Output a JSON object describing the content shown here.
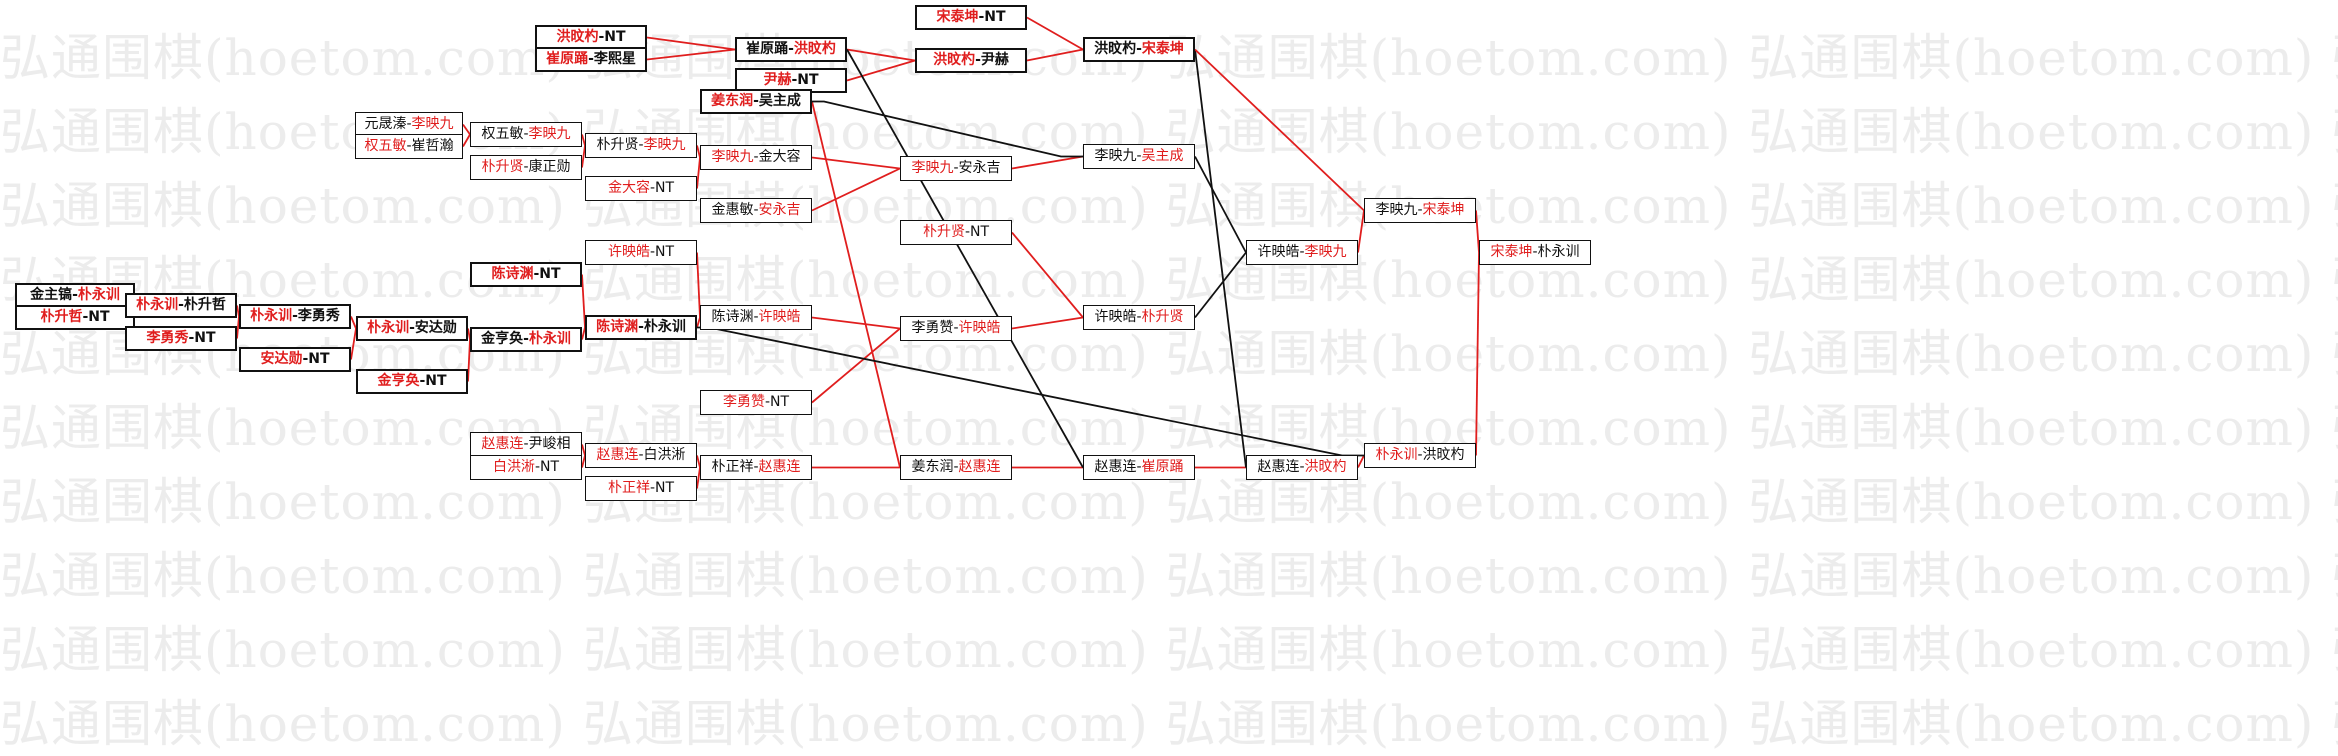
{
  "watermark": "弘通围棋(hoetom.com)",
  "colors": {
    "winner": "#e01e1e",
    "loser": "#111111",
    "line_win": "#e01e1e",
    "line_lose": "#111111",
    "watermark": "#ececec"
  },
  "bracket": {
    "games": [
      {
        "id": "g01",
        "a": "金主镐",
        "b": "朴永训",
        "w": "b",
        "bold": true
      },
      {
        "id": "g02",
        "a": "朴升哲",
        "b": "NT",
        "w": "a",
        "bold": true
      },
      {
        "id": "g03",
        "a": "朴永训",
        "b": "朴升哲",
        "w": "a",
        "bold": true
      },
      {
        "id": "g04",
        "a": "李勇秀",
        "b": "NT",
        "w": "a",
        "bold": true
      },
      {
        "id": "g05",
        "a": "朴永训",
        "b": "李勇秀",
        "w": "a",
        "bold": true
      },
      {
        "id": "g06",
        "a": "安达勋",
        "b": "NT",
        "w": "a",
        "bold": true
      },
      {
        "id": "g07",
        "a": "朴永训",
        "b": "安达勋",
        "w": "a",
        "bold": true
      },
      {
        "id": "g08",
        "a": "金亨奂",
        "b": "NT",
        "w": "a",
        "bold": true
      },
      {
        "id": "g09",
        "a": "金亨奂",
        "b": "朴永训",
        "w": "b",
        "bold": true
      },
      {
        "id": "g10",
        "a": "元晟溱",
        "b": "李映九",
        "w": "b",
        "bold": false
      },
      {
        "id": "g11",
        "a": "权五敏",
        "b": "崔哲瀚",
        "w": "a",
        "bold": false
      },
      {
        "id": "g12",
        "a": "权五敏",
        "b": "李映九",
        "w": "b",
        "bold": false
      },
      {
        "id": "g13",
        "a": "朴升贤",
        "b": "康正勋",
        "w": "a",
        "bold": false
      },
      {
        "id": "g14",
        "a": "朴升贤",
        "b": "李映九",
        "w": "b",
        "bold": false
      },
      {
        "id": "g15",
        "a": "金大容",
        "b": "NT",
        "w": "a",
        "bold": false
      },
      {
        "id": "g16",
        "a": "李映九",
        "b": "金大容",
        "w": "a",
        "bold": false
      },
      {
        "id": "g17",
        "a": "陈诗渊",
        "b": "NT",
        "w": "a",
        "bold": true
      },
      {
        "id": "g18",
        "a": "陈诗渊",
        "b": "朴永训",
        "w": "a",
        "bold": true
      },
      {
        "id": "g19",
        "a": "许映皓",
        "b": "NT",
        "w": "a",
        "bold": false
      },
      {
        "id": "g20",
        "a": "陈诗渊",
        "b": "许映皓",
        "w": "b",
        "bold": false
      },
      {
        "id": "g21",
        "a": "李勇赞",
        "b": "NT",
        "w": "a",
        "bold": false
      },
      {
        "id": "g22",
        "a": "赵惠连",
        "b": "尹峻相",
        "w": "a",
        "bold": false
      },
      {
        "id": "g23",
        "a": "白洪淅",
        "b": "NT",
        "w": "a",
        "bold": false
      },
      {
        "id": "g24",
        "a": "赵惠连",
        "b": "白洪淅",
        "w": "a",
        "bold": false
      },
      {
        "id": "g25",
        "a": "朴正祥",
        "b": "NT",
        "w": "a",
        "bold": false
      },
      {
        "id": "g26",
        "a": "朴正祥",
        "b": "赵惠连",
        "w": "b",
        "bold": false
      },
      {
        "id": "g27",
        "a": "洪旼杓",
        "b": "NT",
        "w": "a",
        "bold": true
      },
      {
        "id": "g28",
        "a": "崔原踊",
        "b": "李熙星",
        "w": "a",
        "bold": true
      },
      {
        "id": "g29",
        "a": "崔原踊",
        "b": "洪旼杓",
        "w": "b",
        "bold": true
      },
      {
        "id": "g30",
        "a": "尹赫",
        "b": "NT",
        "w": "a",
        "bold": true
      },
      {
        "id": "g31",
        "a": "姜东润",
        "b": "吴主成",
        "w": "a",
        "bold": true
      },
      {
        "id": "g32",
        "a": "金惠敏",
        "b": "安永吉",
        "w": "b",
        "bold": false
      },
      {
        "id": "g33",
        "a": "宋泰坤",
        "b": "NT",
        "w": "a",
        "bold": true
      },
      {
        "id": "g34",
        "a": "洪旼杓",
        "b": "尹赫",
        "w": "a",
        "bold": true
      },
      {
        "id": "g35",
        "a": "李映九",
        "b": "安永吉",
        "w": "a",
        "bold": false
      },
      {
        "id": "g36",
        "a": "朴升贤",
        "b": "NT",
        "w": "a",
        "bold": false
      },
      {
        "id": "g37",
        "a": "李勇赞",
        "b": "许映皓",
        "w": "b",
        "bold": false
      },
      {
        "id": "g38",
        "a": "姜东润",
        "b": "赵惠连",
        "w": "b",
        "bold": false
      },
      {
        "id": "g39",
        "a": "洪旼杓",
        "b": "宋泰坤",
        "w": "b",
        "bold": true
      },
      {
        "id": "g40",
        "a": "李映九",
        "b": "吴主成",
        "w": "b",
        "bold": false
      },
      {
        "id": "g41",
        "a": "许映皓",
        "b": "朴升贤",
        "w": "b",
        "bold": false
      },
      {
        "id": "g42",
        "a": "赵惠连",
        "b": "崔原踊",
        "w": "b",
        "bold": false
      },
      {
        "id": "g43",
        "a": "许映皓",
        "b": "李映九",
        "w": "b",
        "bold": false
      },
      {
        "id": "g44",
        "a": "赵惠连",
        "b": "洪旼杓",
        "w": "b",
        "bold": false
      },
      {
        "id": "g45",
        "a": "李映九",
        "b": "宋泰坤",
        "w": "b",
        "bold": false
      },
      {
        "id": "g46",
        "a": "朴永训",
        "b": "洪旼杓",
        "w": "a",
        "bold": false
      },
      {
        "id": "g47",
        "a": "宋泰坤",
        "b": "朴永训",
        "w": "a",
        "bold": false
      }
    ],
    "links": [
      [
        "g01",
        "g03",
        "w"
      ],
      [
        "g02",
        "g03",
        "w"
      ],
      [
        "g03",
        "g05",
        "w"
      ],
      [
        "g04",
        "g05",
        "w"
      ],
      [
        "g05",
        "g07",
        "w"
      ],
      [
        "g06",
        "g07",
        "w"
      ],
      [
        "g07",
        "g09",
        "w"
      ],
      [
        "g08",
        "g09",
        "w"
      ],
      [
        "g09",
        "g18",
        "w"
      ],
      [
        "g17",
        "g18",
        "w"
      ],
      [
        "g10",
        "g12",
        "w"
      ],
      [
        "g11",
        "g12",
        "w"
      ],
      [
        "g12",
        "g14",
        "w"
      ],
      [
        "g13",
        "g14",
        "w"
      ],
      [
        "g14",
        "g16",
        "w"
      ],
      [
        "g15",
        "g16",
        "w"
      ],
      [
        "g19",
        "g20",
        "w"
      ],
      [
        "g18",
        "g20",
        "w"
      ],
      [
        "g22",
        "g24",
        "w"
      ],
      [
        "g23",
        "g24",
        "w"
      ],
      [
        "g24",
        "g26",
        "w"
      ],
      [
        "g25",
        "g26",
        "w"
      ],
      [
        "g27",
        "g29",
        "w"
      ],
      [
        "g28",
        "g29",
        "w"
      ],
      [
        "g29",
        "g34",
        "w"
      ],
      [
        "g30",
        "g34",
        "w"
      ],
      [
        "g16",
        "g35",
        "w"
      ],
      [
        "g32",
        "g35",
        "w"
      ],
      [
        "g20",
        "g37",
        "w"
      ],
      [
        "g21",
        "g37",
        "w"
      ],
      [
        "g26",
        "g38",
        "w"
      ],
      [
        "g31",
        "g38",
        "w"
      ],
      [
        "g33",
        "g39",
        "w"
      ],
      [
        "g34",
        "g39",
        "w"
      ],
      [
        "g35",
        "g40",
        "w"
      ],
      [
        "g31",
        "g40",
        "l"
      ],
      [
        "g36",
        "g41",
        "w"
      ],
      [
        "g37",
        "g41",
        "w"
      ],
      [
        "g38",
        "g42",
        "w"
      ],
      [
        "g29",
        "g42",
        "l"
      ],
      [
        "g41",
        "g43",
        "l"
      ],
      [
        "g40",
        "g43",
        "l"
      ],
      [
        "g42",
        "g44",
        "w"
      ],
      [
        "g39",
        "g44",
        "l"
      ],
      [
        "g43",
        "g45",
        "w"
      ],
      [
        "g39",
        "g45",
        "w"
      ],
      [
        "g44",
        "g46",
        "w"
      ],
      [
        "g18",
        "g46",
        "l"
      ],
      [
        "g45",
        "g47",
        "w"
      ],
      [
        "g46",
        "g47",
        "w"
      ]
    ]
  }
}
